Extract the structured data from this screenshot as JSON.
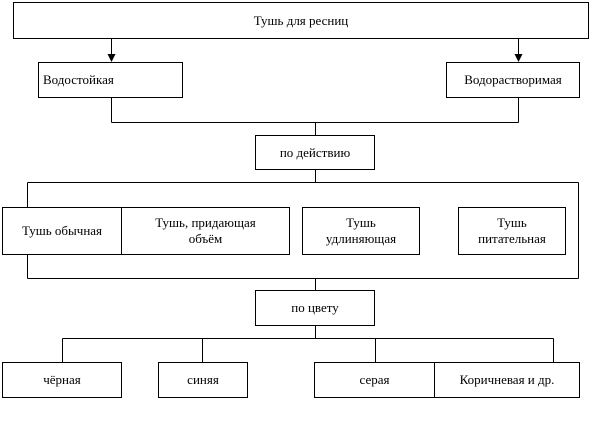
{
  "title": "Тушь для ресниц",
  "by_resistance": [
    {
      "label": "Водостойкая"
    },
    {
      "label": "Водорастворимая"
    }
  ],
  "by_action": {
    "label": "по действию",
    "items": [
      {
        "lines": [
          "Тушь обычная"
        ]
      },
      {
        "lines": [
          "Тушь, придающая",
          "объём"
        ]
      },
      {
        "lines": [
          "Тушь",
          "удлиняющая"
        ]
      },
      {
        "lines": [
          "Тушь",
          "питательная"
        ]
      }
    ]
  },
  "by_color": {
    "label": "по цвету",
    "items": [
      "чёрная",
      "синяя",
      "серая",
      "Коричневая и др."
    ]
  }
}
